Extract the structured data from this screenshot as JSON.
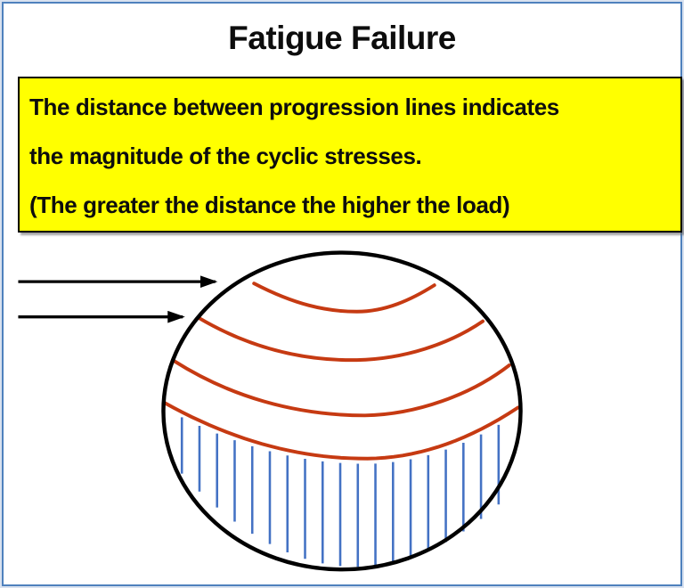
{
  "title": "Fatigue Failure",
  "callout": {
    "lines": [
      "The distance between progression lines indicates",
      "the magnitude of the cyclic stresses.",
      "(The greater the distance the higher the load)"
    ],
    "background": "#ffff00",
    "border_color": "#000000"
  },
  "diagram": {
    "label": "fatigue-fracture-surface-with-progression-lines",
    "progression_line_count": 4,
    "hatch_line_count": 19,
    "arrow_count": 2,
    "colors": {
      "outline": "#000000",
      "progression_lines": "#c63a12",
      "hatch": "#4472c4",
      "arrows": "#000000"
    }
  },
  "frame": {
    "border_color": "#4f81bd"
  }
}
